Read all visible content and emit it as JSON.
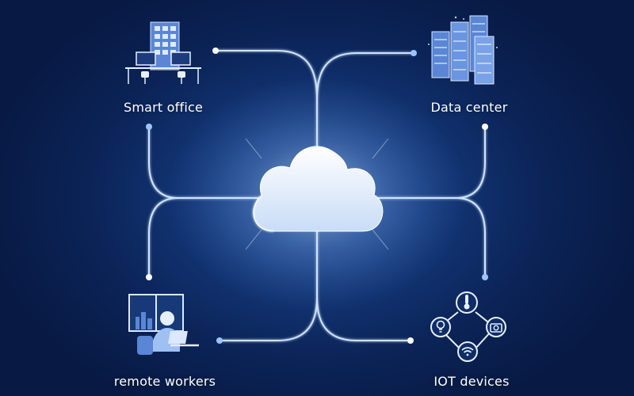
{
  "diagram": {
    "center": {
      "icon": "cloud-icon"
    },
    "nodes": [
      {
        "id": "smart-office",
        "label": "Smart office",
        "icon": "office-building-icon"
      },
      {
        "id": "data-center",
        "label": "Data center",
        "icon": "server-racks-icon"
      },
      {
        "id": "remote-workers",
        "label": "remote workers",
        "icon": "remote-worker-icon"
      },
      {
        "id": "iot-devices",
        "label": "IOT devices",
        "icon": "iot-network-icon"
      }
    ],
    "iot_icons": [
      "thermometer-icon",
      "lightbulb-icon",
      "camera-icon",
      "wifi-icon"
    ],
    "colors": {
      "background": "#0b2356",
      "line": "#cfe3ff",
      "cloud": "#eaf2ff",
      "icon_blue": "#4f7fd0"
    }
  }
}
